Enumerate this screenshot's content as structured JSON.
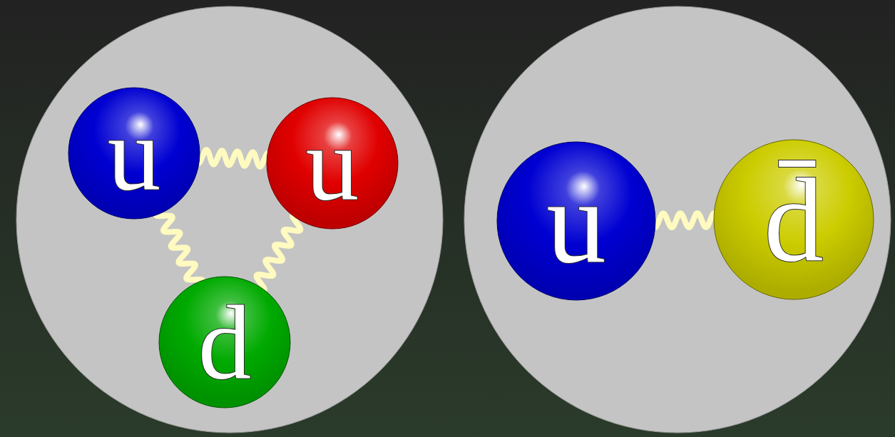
{
  "diagram": {
    "nodes": [
      {
        "text": []
      },
      {
        "text": [
          "u"
        ],
        "in": 0
      },
      {
        "text": [
          "u"
        ],
        "in": 0
      },
      {
        "text": [
          "d"
        ],
        "in": 0
      },
      {
        "text": []
      },
      {
        "text": [
          "u"
        ],
        "in": 4
      },
      {
        "text": [
          "d̄"
        ],
        "in": 4
      }
    ],
    "edges": [
      {
        "from": 1,
        "to": 2,
        "arrow": "none"
      },
      {
        "from": 1,
        "to": 3,
        "arrow": "none"
      },
      {
        "from": 2,
        "to": 3,
        "arrow": "none"
      },
      {
        "from": 5,
        "to": 6,
        "arrow": "none"
      }
    ]
  }
}
